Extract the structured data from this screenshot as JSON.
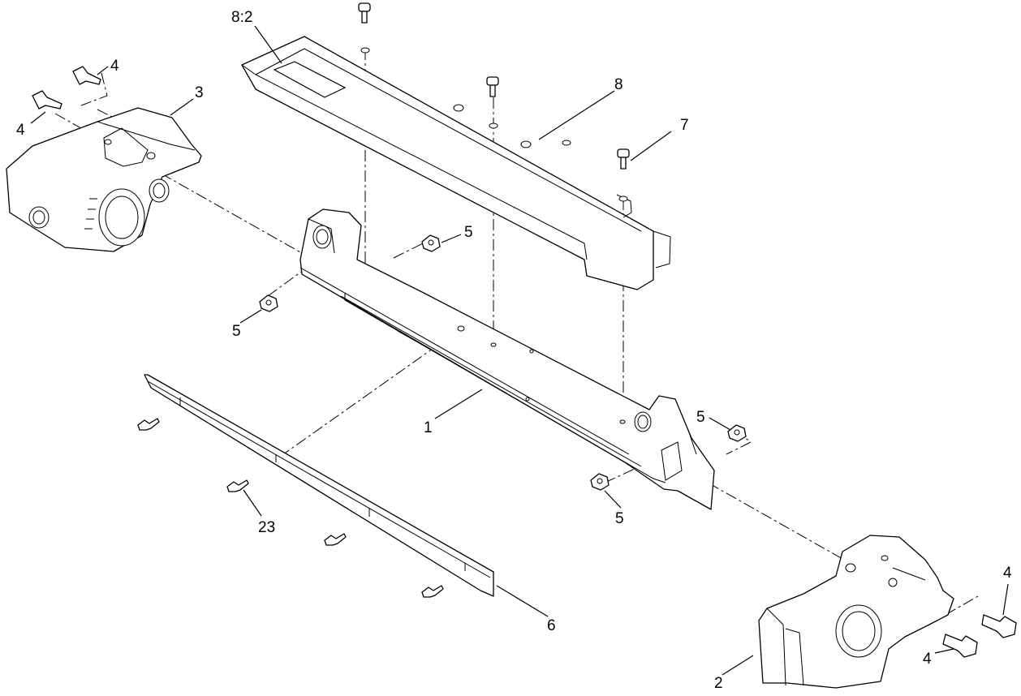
{
  "callouts": {
    "c1": "1",
    "c2": "2",
    "c3": "3",
    "c4a": "4",
    "c4b": "4",
    "c4c": "4",
    "c4d": "4",
    "c5a": "5",
    "c5b": "5",
    "c5c": "5",
    "c5d": "5",
    "c6": "6",
    "c7": "7",
    "c8": "8",
    "c8_2": "8:2",
    "c23": "23"
  }
}
